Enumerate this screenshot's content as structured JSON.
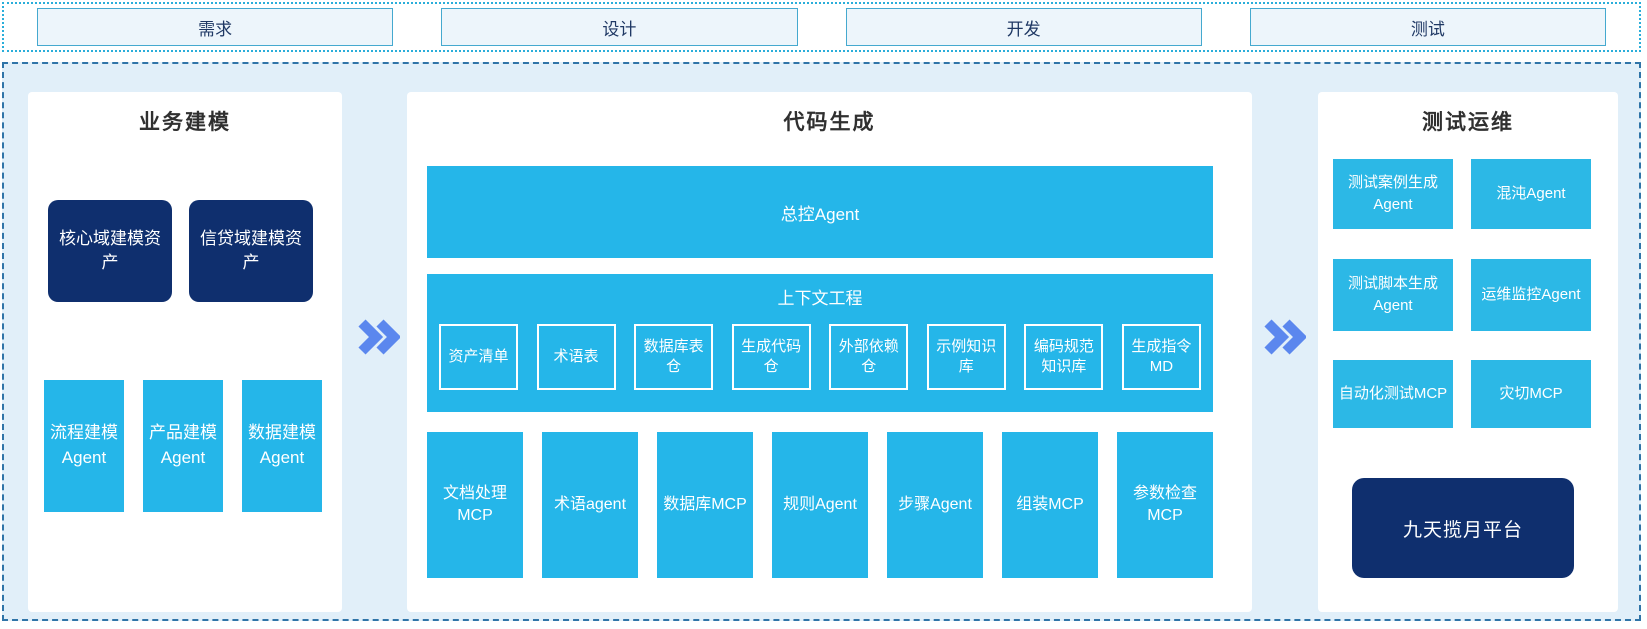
{
  "colors": {
    "cyan": "#25b6e9",
    "navy": "#0f2f6e",
    "arrow_blue": "#5b87ee",
    "canvas_bg": "#e1eff9",
    "panel_bg": "#ffffff",
    "top_box_bg": "#edf5fb",
    "top_box_border": "#45a9cf",
    "dotted_border": "#2aaeda",
    "dashed_border": "#2f74a8"
  },
  "top_flow": {
    "items": [
      {
        "label": "需求"
      },
      {
        "label": "设计"
      },
      {
        "label": "开发"
      },
      {
        "label": "测试"
      }
    ]
  },
  "business": {
    "title": "业务建模",
    "assets": [
      {
        "label": "核心域建模资产"
      },
      {
        "label": "信贷域建模资产"
      }
    ],
    "agents": [
      {
        "label": "流程建模Agent"
      },
      {
        "label": "产品建模Agent"
      },
      {
        "label": "数据建模Agent"
      }
    ]
  },
  "codegen": {
    "title": "代码生成",
    "master_agent": "总控Agent",
    "context": {
      "label": "上下文工程",
      "items": [
        {
          "label": "资产清单"
        },
        {
          "label": "术语表"
        },
        {
          "label": "数据库表仓"
        },
        {
          "label": "生成代码仓"
        },
        {
          "label": "外部依赖仓"
        },
        {
          "label": "示例知识库"
        },
        {
          "label": "编码规范知识库"
        },
        {
          "label": "生成指令MD"
        }
      ]
    },
    "tools": [
      {
        "label": "文档处理MCP"
      },
      {
        "label": "术语agent"
      },
      {
        "label": "数据库MCP"
      },
      {
        "label": "规则Agent"
      },
      {
        "label": "步骤Agent"
      },
      {
        "label": "组装MCP"
      },
      {
        "label": "参数检查MCP"
      }
    ]
  },
  "testops": {
    "title": "测试运维",
    "boxes": [
      {
        "label": "测试案例生成Agent"
      },
      {
        "label": "混沌Agent"
      },
      {
        "label": "测试脚本生成Agent"
      },
      {
        "label": "运维监控Agent"
      },
      {
        "label": "自动化测试MCP"
      },
      {
        "label": "灾切MCP"
      }
    ],
    "platform": "九天揽月平台"
  }
}
